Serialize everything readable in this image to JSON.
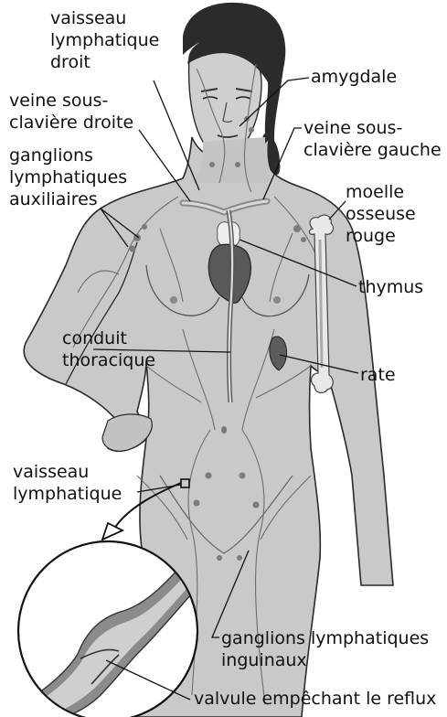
{
  "labels": {
    "right_lymph_vessel": [
      "vaisseau",
      "lymphatique",
      "droit"
    ],
    "right_subclavian_vein": [
      "veine sous-",
      "clavière droite"
    ],
    "axillary_nodes": [
      "ganglions",
      "lymphatiques",
      "auxiliaires"
    ],
    "tonsil": [
      "amygdale"
    ],
    "left_subclavian_vein": [
      "veine sous-",
      "clavière gauche"
    ],
    "red_bone_marrow": [
      "moelle",
      "osseuse",
      "rouge"
    ],
    "thymus": [
      "thymus"
    ],
    "thoracic_duct": [
      "conduit",
      "thoracique"
    ],
    "spleen": [
      "rate"
    ],
    "lymph_vessel": [
      "vaisseau",
      "lymphatique"
    ],
    "inguinal_nodes": [
      "ganglions lymphatiques",
      "inguinaux"
    ],
    "valve": [
      "valvule empêchant le reflux"
    ]
  },
  "colors": {
    "skin": "#c9c9c9",
    "skin_shade": "#a7a7a7",
    "outline": "#2a2a2a",
    "hair": "#2b2b2b",
    "vessel": "#6d6d6d",
    "heart": "#595959",
    "bone": "#e8e8e8",
    "leader": "#111111"
  }
}
